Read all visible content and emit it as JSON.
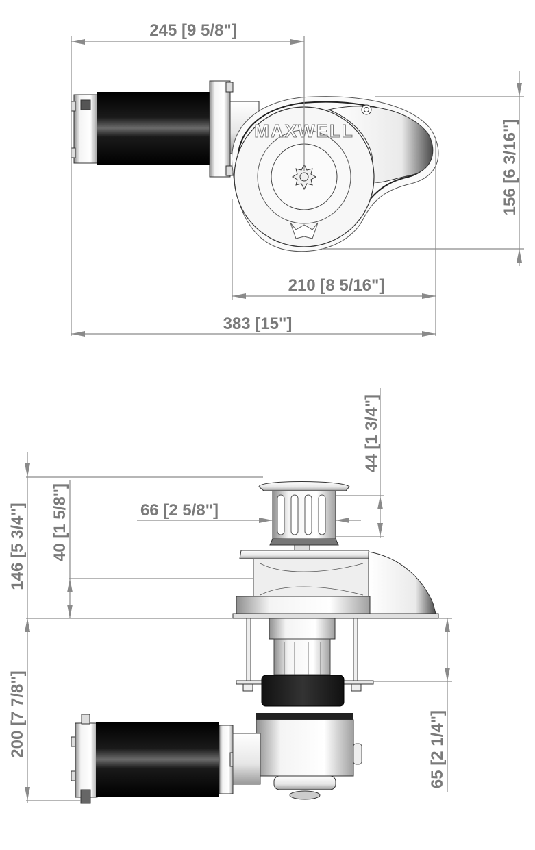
{
  "drawing": {
    "subject": "anchor windlass dimensional drawing",
    "brand_marking": "MAXWELL",
    "colors": {
      "dimension_line": "#8a8a8a",
      "label_text": "#7a7a7a",
      "motor_body": "#000000",
      "housing": "#f2f2f2",
      "background": "#ffffff"
    }
  },
  "top_view": {
    "dimensions": {
      "overall_motor_to_capstan": "245 [9 5/8\"]",
      "depth": "156 [6 3/16\"]",
      "housing_width": "210 [8 5/16\"]",
      "overall_length": "383 [15\"]"
    }
  },
  "side_view": {
    "dimensions": {
      "capstan_height": "44 [1 3/4\"]",
      "capstan_diameter": "66 [2 5/8\"]",
      "above_deck_height": "146 [5 3/4\"]",
      "gypsy_height": "40 [1 5/8\"]",
      "below_deck_depth": "200 [7 7/8\"]",
      "deck_thickness_max": "65 [2 1/4\"]"
    }
  }
}
